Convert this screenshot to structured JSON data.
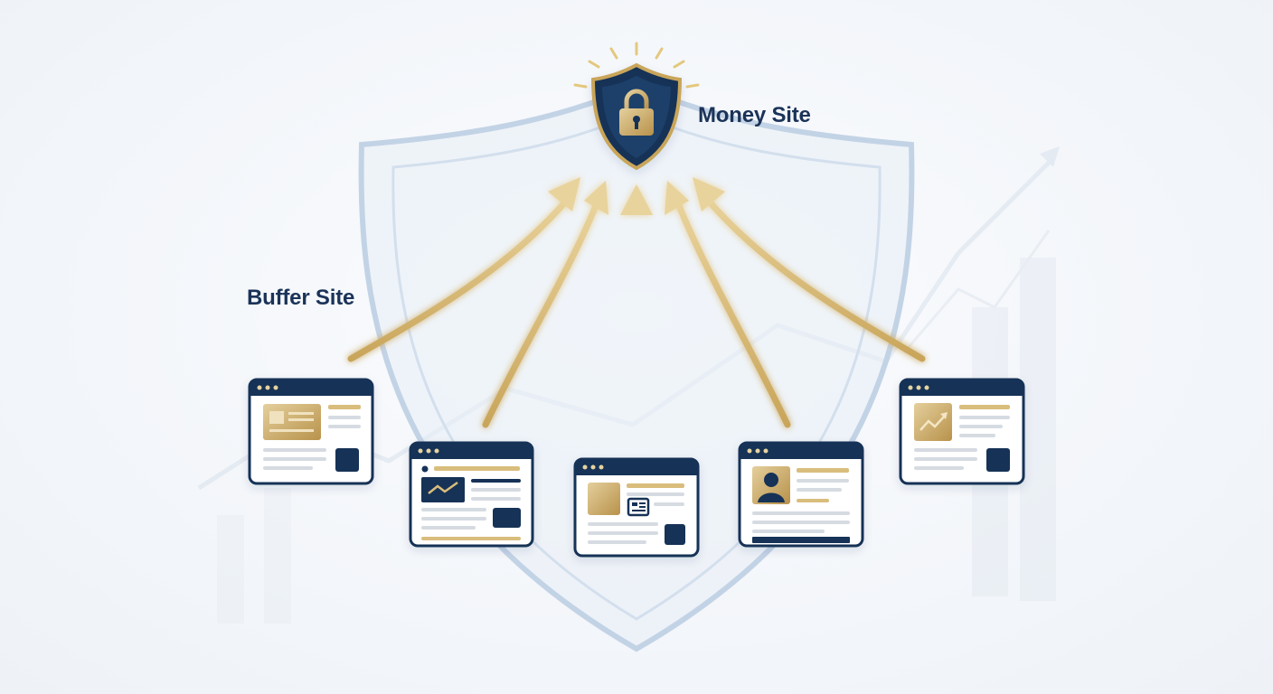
{
  "labels": {
    "money_site": "Money Site",
    "buffer_site": "Buffer Site"
  },
  "colors": {
    "navy": "#173357",
    "gold": "#c9a55a",
    "gold_light": "#ecd9a8",
    "shield_bg": "#b7c9de",
    "card_bg": "#ffffff",
    "line_gray": "#d6dbe2"
  },
  "icons": {
    "money_site": "shield-lock-icon",
    "buffer_card_1": "id-card-icon",
    "buffer_card_2": "chart-icon",
    "buffer_card_3": "article-icon",
    "buffer_card_4": "user-profile-icon",
    "buffer_card_5": "trend-up-icon"
  },
  "buffer_sites": [
    {
      "id": "buffer-site-1",
      "icon": "id-card-icon"
    },
    {
      "id": "buffer-site-2",
      "icon": "chart-icon"
    },
    {
      "id": "buffer-site-3",
      "icon": "article-icon"
    },
    {
      "id": "buffer-site-4",
      "icon": "user-profile-icon"
    },
    {
      "id": "buffer-site-5",
      "icon": "trend-up-icon"
    }
  ]
}
